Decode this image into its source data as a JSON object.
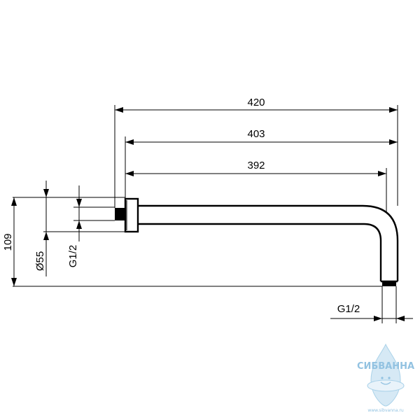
{
  "dimensions": {
    "overall_length": "420",
    "length_from_flange": "403",
    "arm_length": "392",
    "height": "109",
    "flange_diameter": "Ø55",
    "wall_thread": "G1/2",
    "outlet_thread": "G1/2"
  },
  "watermark": {
    "brand": "СИБВАННА",
    "url": "www.sibvanna.ru"
  },
  "colors": {
    "line": "#000000",
    "watermark": "#7fb8dc"
  }
}
